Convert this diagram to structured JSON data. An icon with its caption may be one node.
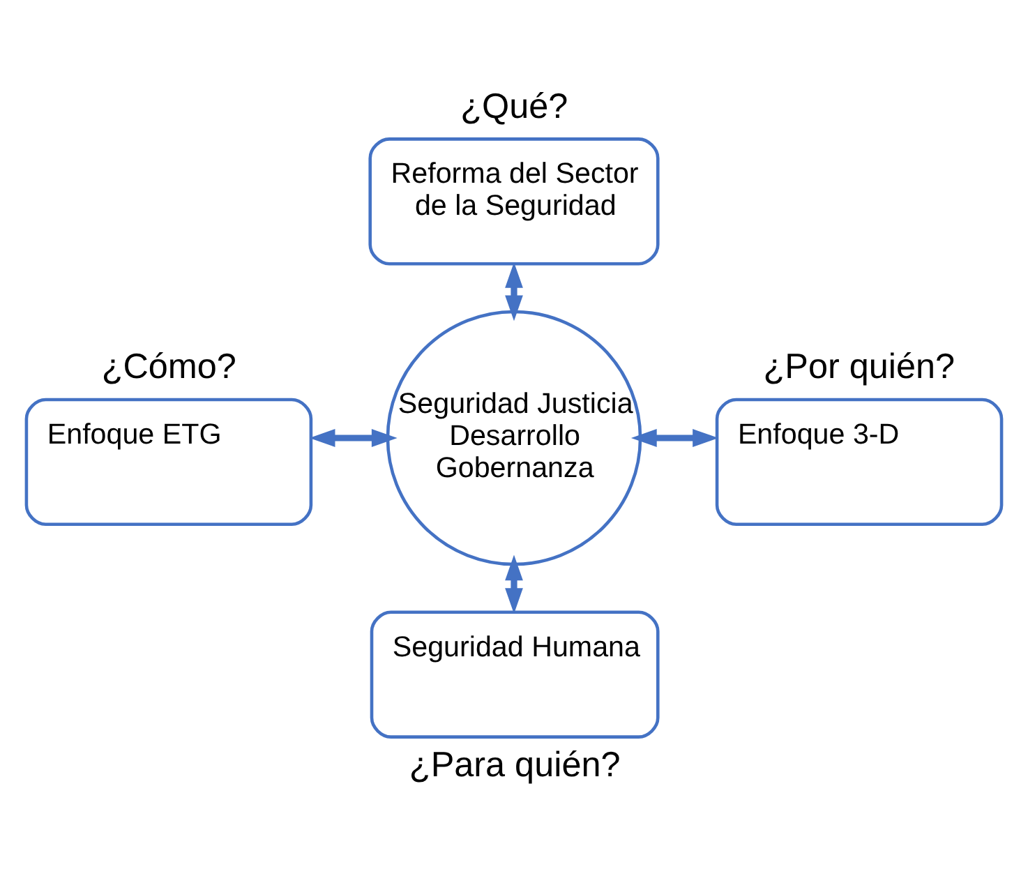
{
  "diagram": {
    "nodes": [
      {
        "text": [
          "Reforma del Sector de la Seguridad"
        ],
        "beside": [
          "¿Qué?"
        ]
      },
      {
        "text": [
          "Enfoque ETG"
        ],
        "beside": [
          "¿Cómo?"
        ]
      },
      {
        "text": [
          "Seguridad Justicia Desarrollo Gobernanza"
        ]
      },
      {
        "text": [
          "Enfoque 3-D"
        ],
        "beside": [
          "¿Por quién?"
        ]
      },
      {
        "text": [
          "Seguridad Humana"
        ],
        "beside": [
          "¿Para quién?"
        ]
      }
    ],
    "edges": [
      {
        "from": 0,
        "to": 2,
        "arrow": "both"
      },
      {
        "from": 1,
        "to": 2,
        "arrow": "both"
      },
      {
        "from": 2,
        "to": 3,
        "arrow": "both"
      },
      {
        "from": 2,
        "to": 4,
        "arrow": "both"
      }
    ]
  }
}
